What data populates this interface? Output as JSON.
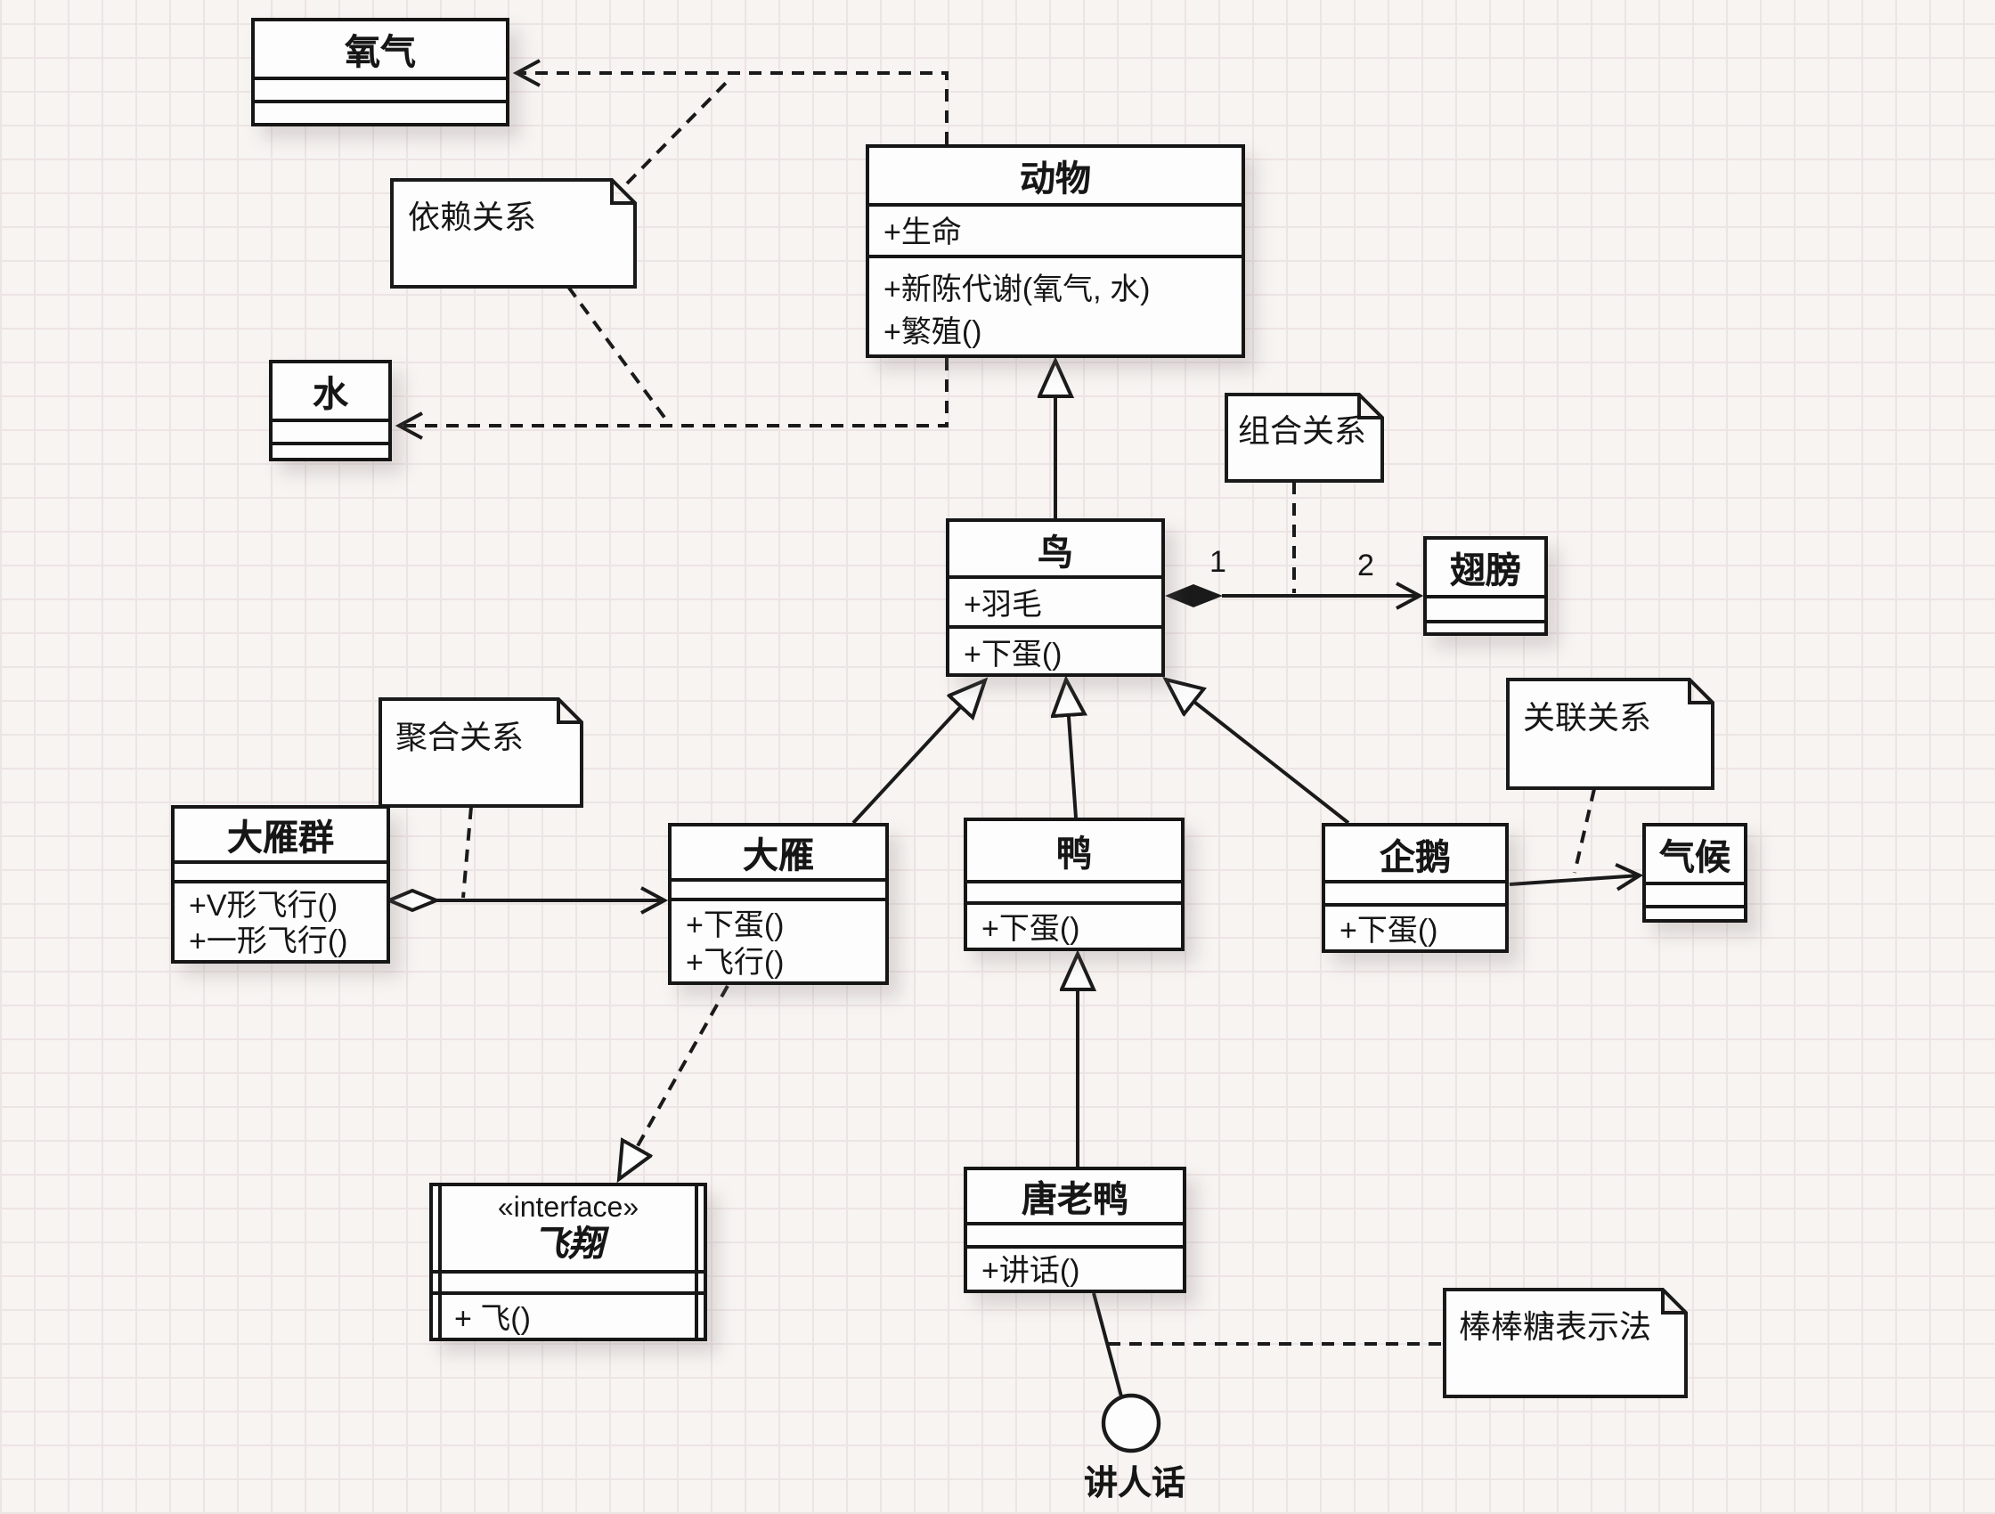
{
  "diagram_title": "UML class diagram (bird classes, Chinese)",
  "classes": {
    "oxygen": {
      "name": "氧气",
      "attrs": [],
      "ops": []
    },
    "animal": {
      "name": "动物",
      "attrs": [
        "+生命"
      ],
      "ops": [
        "+新陈代谢(氧气, 水)",
        "+繁殖()"
      ]
    },
    "water": {
      "name": "水",
      "attrs": [],
      "ops": []
    },
    "bird": {
      "name": "鸟",
      "attrs": [
        "+羽毛"
      ],
      "ops": [
        "+下蛋()"
      ]
    },
    "wing": {
      "name": "翅膀",
      "attrs": [],
      "ops": []
    },
    "goose_flock": {
      "name": "大雁群",
      "attrs": [],
      "ops": [
        "+V形飞行()",
        "+一形飞行()"
      ]
    },
    "goose": {
      "name": "大雁",
      "attrs": [],
      "ops": [
        "+下蛋()",
        "+飞行()"
      ]
    },
    "duck": {
      "name": "鸭",
      "attrs": [],
      "ops": [
        "+下蛋()"
      ]
    },
    "penguin": {
      "name": "企鹅",
      "attrs": [],
      "ops": [
        "+下蛋()"
      ]
    },
    "climate": {
      "name": "气候",
      "attrs": [],
      "ops": []
    },
    "fly_interface": {
      "stereotype": "«interface»",
      "name": "飞翔",
      "attrs": [],
      "ops": [
        "+ 飞()"
      ]
    },
    "donald_duck": {
      "name": "唐老鸭",
      "attrs": [],
      "ops": [
        "+讲话()"
      ]
    }
  },
  "notes": {
    "dependency": "依赖关系",
    "composition": "组合关系",
    "aggregation": "聚合关系",
    "association": "关联关系",
    "lollipop": "棒棒糖表示法"
  },
  "labels": {
    "multiplicity_1": "1",
    "multiplicity_2": "2",
    "lollipop_interface": "讲人话"
  },
  "colors": {
    "stroke": "#1a1a1a",
    "box_fill": "#fdfdfd",
    "background": "#f7f4f2",
    "grid_line": "#ede4e4"
  }
}
